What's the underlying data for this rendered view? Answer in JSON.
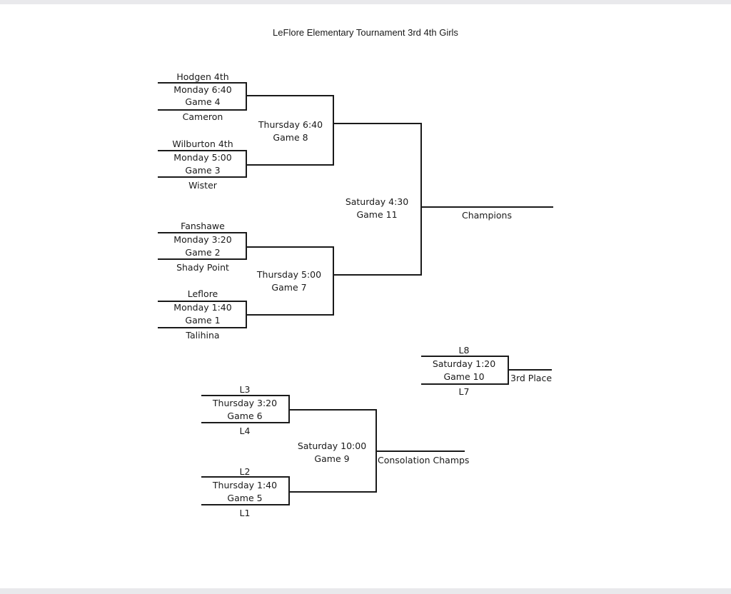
{
  "title": "LeFlore Elementary Tournament 3rd 4th Girls",
  "games": {
    "g4": {
      "top_team": "Hodgen 4th",
      "time": "Monday 6:40",
      "game": "Game 4",
      "bottom_team": "Cameron"
    },
    "g3": {
      "top_team": "Wilburton 4th",
      "time": "Monday 5:00",
      "game": "Game 3",
      "bottom_team": "Wister"
    },
    "g2": {
      "top_team": "Fanshawe",
      "time": "Monday 3:20",
      "game": "Game 2",
      "bottom_team": "Shady Point"
    },
    "g1": {
      "top_team": "Leflore",
      "time": "Monday 1:40",
      "game": "Game 1",
      "bottom_team": "Talihina"
    },
    "g8": {
      "time": "Thursday 6:40",
      "game": "Game 8"
    },
    "g7": {
      "time": "Thursday 5:00",
      "game": "Game 7"
    },
    "g11": {
      "time": "Saturday 4:30",
      "game": "Game 11"
    },
    "g10": {
      "top_team": "L8",
      "time": "Saturday 1:20",
      "game": "Game 10",
      "bottom_team": "L7"
    },
    "g6": {
      "top_team": "L3",
      "time": "Thursday 3:20",
      "game": "Game 6",
      "bottom_team": "L4"
    },
    "g5": {
      "top_team": "L2",
      "time": "Thursday 1:40",
      "game": "Game 5",
      "bottom_team": "L1"
    },
    "g9": {
      "time": "Saturday 10:00",
      "game": "Game 9"
    }
  },
  "results": {
    "champions": "Champions",
    "third_place": "3rd Place",
    "consolation": "Consolation Champs"
  }
}
